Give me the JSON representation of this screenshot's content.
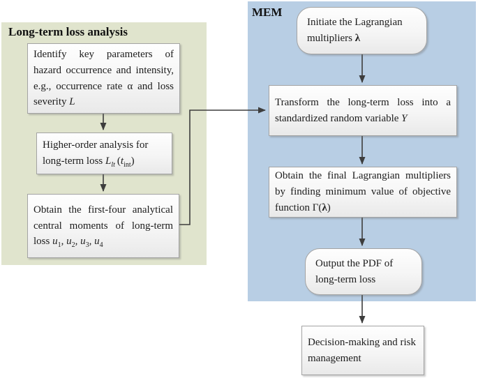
{
  "diagram": {
    "left_region": {
      "title": "Long-term loss analysis",
      "bg_color": "#e0e4cd"
    },
    "right_region": {
      "title": "MEM",
      "bg_color": "#b8cee4"
    },
    "nodes": {
      "identify": {
        "shape": "rect",
        "html": "Identify key parameters of hazard occurrence and intensity, e.g., occurrence rate α and loss severity <i>L</i>"
      },
      "higher_order": {
        "shape": "rect",
        "html": "Higher-order analysis for long-term loss <i>L</i><sub><i>lt</i></sub> (<i>t</i><sub>int</sub>)"
      },
      "moments": {
        "shape": "rect",
        "html": "Obtain the first-four analytical central moments of long-term loss <i>u</i><sub>1</sub>, <i>u</i><sub>2</sub>, <i>u</i><sub>3</sub>, <i>u</i><sub>4</sub>"
      },
      "initiate": {
        "shape": "rounded",
        "html": "Initiate the Lagrangian multipliers <b>λ</b>"
      },
      "transform": {
        "shape": "rect",
        "html": "Transform the long-term loss into a standardized random variable <i>Y</i>"
      },
      "obtain_final": {
        "shape": "rect",
        "html": "Obtain the final Lagrangian multipliers by finding minimum value of objective function Γ(<b>λ</b>)"
      },
      "output_pdf": {
        "shape": "rounded",
        "html": "Output the PDF of long-term loss"
      },
      "decision": {
        "shape": "rect",
        "html": "Decision-making and risk management"
      }
    },
    "edges": [
      {
        "from": "identify",
        "to": "higher_order"
      },
      {
        "from": "higher_order",
        "to": "moments"
      },
      {
        "from": "moments",
        "to": "transform"
      },
      {
        "from": "initiate",
        "to": "transform"
      },
      {
        "from": "transform",
        "to": "obtain_final"
      },
      {
        "from": "obtain_final",
        "to": "output_pdf"
      },
      {
        "from": "output_pdf",
        "to": "decision"
      }
    ],
    "colors": {
      "arrow": "#3d3d3d",
      "box_border": "#a3a3a3",
      "text": "#1c1c1c"
    }
  }
}
